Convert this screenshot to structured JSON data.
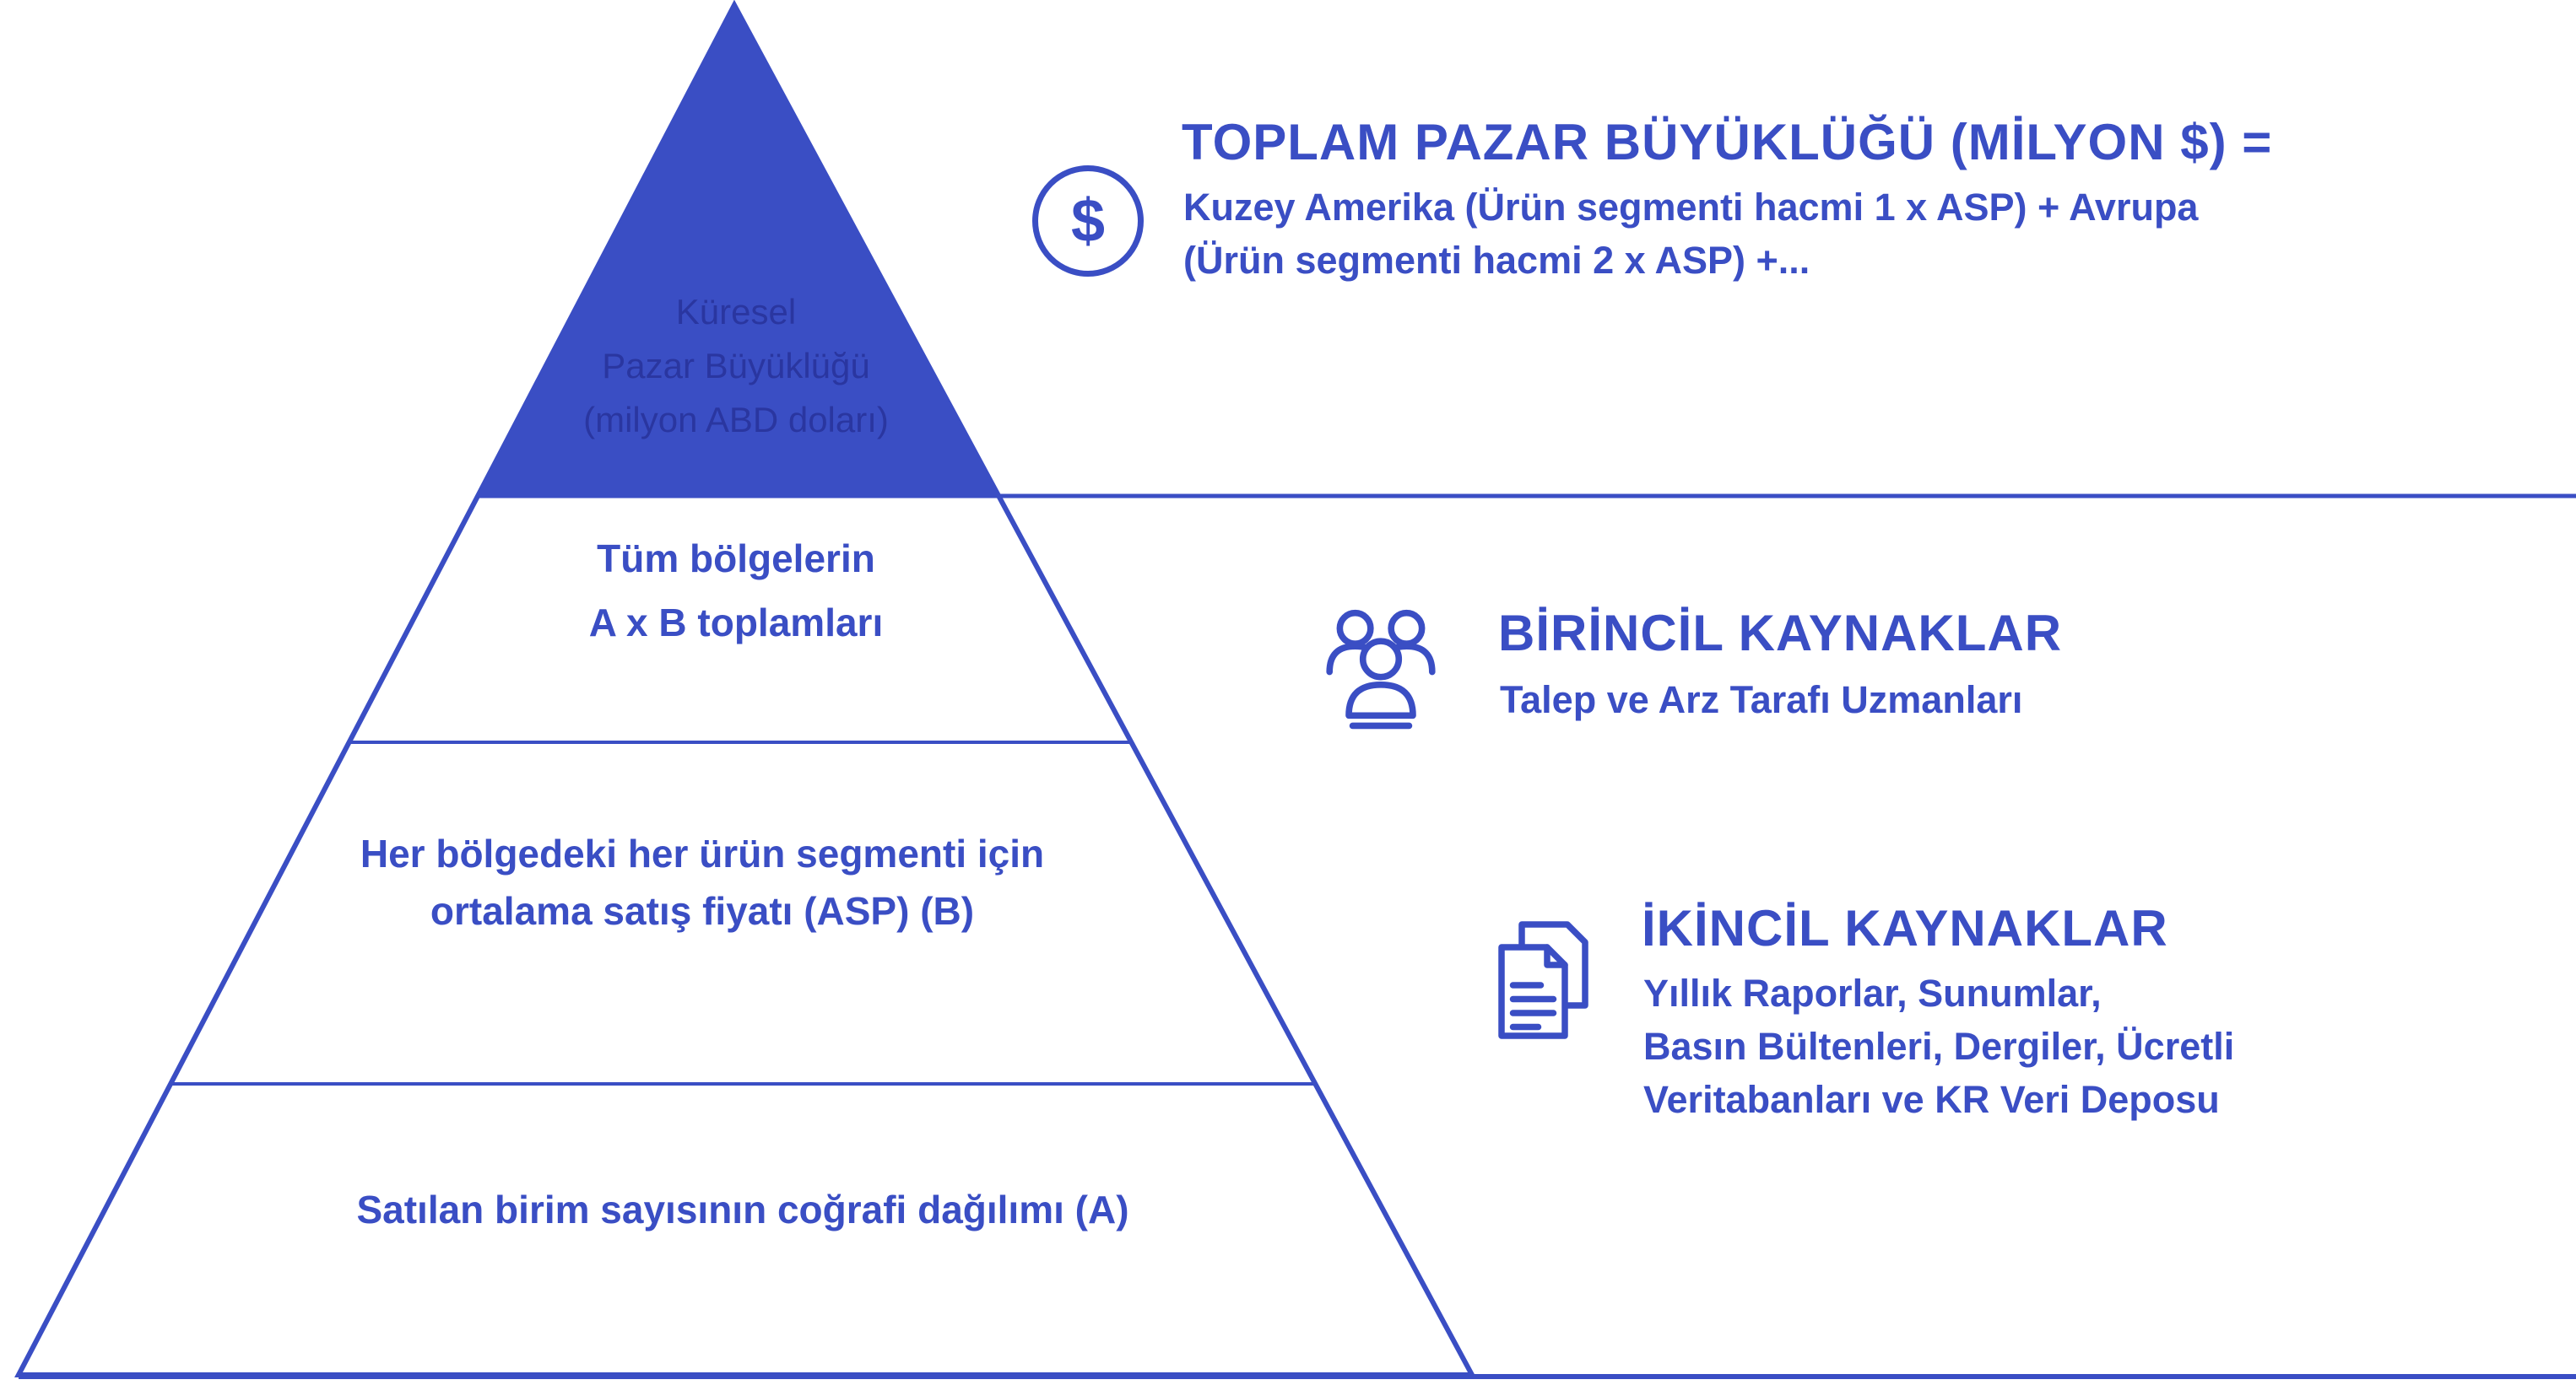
{
  "diagram": {
    "colors": {
      "primary": "#3A4EC4",
      "pyramid_top_fill": "#3A4EC4",
      "pyramid_top_text": "#2A36A0",
      "background": "#FFFFFF"
    },
    "pyramid": {
      "top": "Küresel\nPazar Büyüklüğü\n(milyon ABD doları)",
      "level2": "Tüm bölgelerin\nA x B toplamları",
      "level3": "Her bölgedeki her ürün segmenti için\nortalama satış fiyatı (ASP) (B)",
      "level4": "Satılan birim sayısının coğrafi dağılımı (A)"
    },
    "annotations": [
      {
        "id": "total-market-size",
        "icon": "dollar-circle-icon",
        "icon_glyph": "$",
        "title": "TOPLAM PAZAR BÜYÜKLÜĞÜ (MİLYON $) =",
        "body": "Kuzey Amerika (Ürün segmenti hacmi 1 x ASP) + Avrupa\n(Ürün segmenti hacmi 2 x ASP) +..."
      },
      {
        "id": "primary-sources",
        "icon": "people-icon",
        "title": "BİRİNCİL KAYNAKLAR",
        "body": "Talep ve Arz Tarafı Uzmanları"
      },
      {
        "id": "secondary-sources",
        "icon": "documents-icon",
        "title": "İKİNCİL KAYNAKLAR",
        "body": "Yıllık Raporlar, Sunumlar,\nBasın Bültenleri, Dergiler, Ücretli\nVeritabanları ve KR Veri Deposu"
      }
    ]
  }
}
